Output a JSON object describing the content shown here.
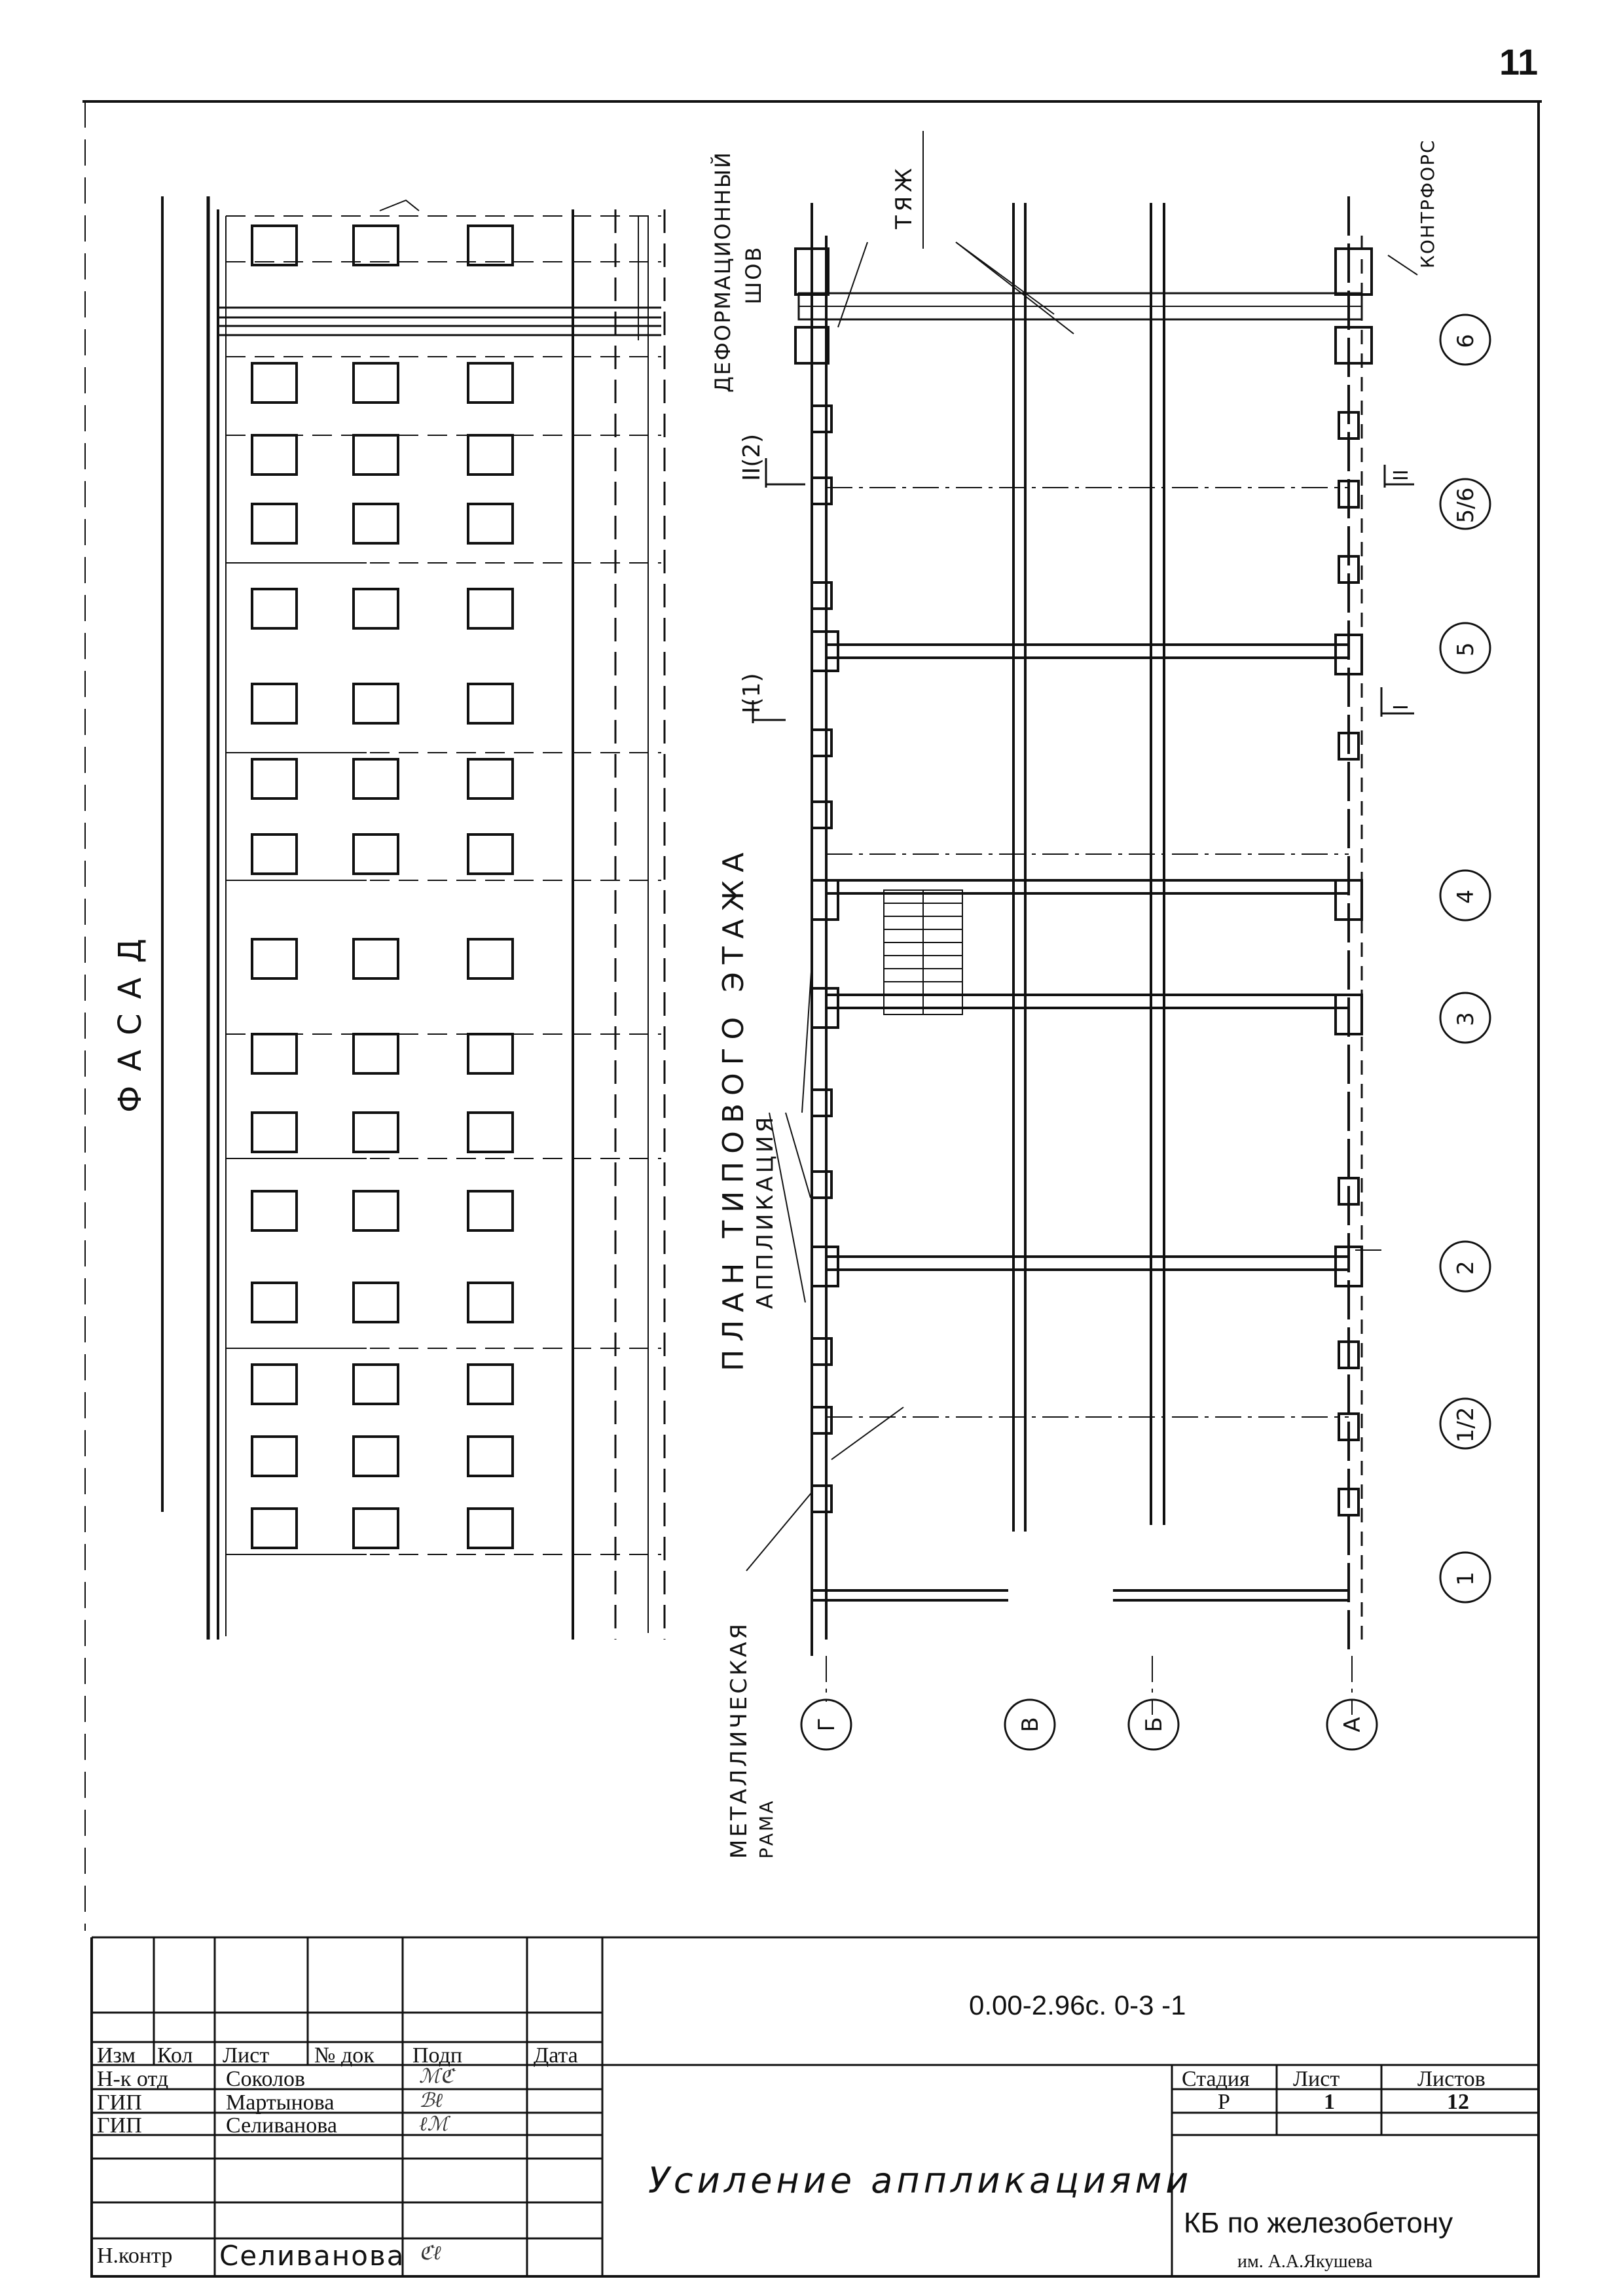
{
  "page_number": "11",
  "labels": {
    "facade": "ФАСАД",
    "plan": "ПЛАН ТИПОВОГО ЭТАЖА",
    "application": "АППЛИКАЦИЯ",
    "metal_frame_1": "МЕТАЛЛИЧЕСКАЯ",
    "metal_frame_2": "РАМА",
    "deform_joint_1": "ДЕФОРМАЦИОННЫЙ",
    "deform_joint_2": "ШОВ",
    "tie": "ТЯЖ",
    "buttress": "КОНТРФОРС",
    "section_1": "I(1)",
    "section_2": "II(2)",
    "section_mark_1": "I",
    "section_mark_2": "II"
  },
  "axes_numeric": [
    "6",
    "5/6",
    "5",
    "4",
    "3",
    "2",
    "1/2",
    "1"
  ],
  "axes_letter": [
    "Г",
    "В",
    "Б",
    "А"
  ],
  "title_block": {
    "headers": {
      "izm": "Изм",
      "kol": "Кол",
      "list": "Лист",
      "ndok": "№ док",
      "podp": "Подп",
      "data": "Дата"
    },
    "rows": [
      {
        "role": "Н-к отд",
        "name": "Соколов"
      },
      {
        "role": "ГИП",
        "name": "Мартынова"
      },
      {
        "role": "ГИП",
        "name": "Селиванова"
      },
      {
        "role": "",
        "name": ""
      },
      {
        "role": "Н.контр",
        "name": "Селиванова"
      }
    ],
    "doc_number": "0.00-2.96с. 0-3 -1",
    "title": "Усиление аппликациями",
    "stage_header": "Стадия",
    "sheet_header": "Лист",
    "sheets_header": "Листов",
    "stage": "Р",
    "sheet": "1",
    "sheets": "12",
    "org_1": "КБ по железобетону",
    "org_2": "им. А.А.Якушева"
  }
}
